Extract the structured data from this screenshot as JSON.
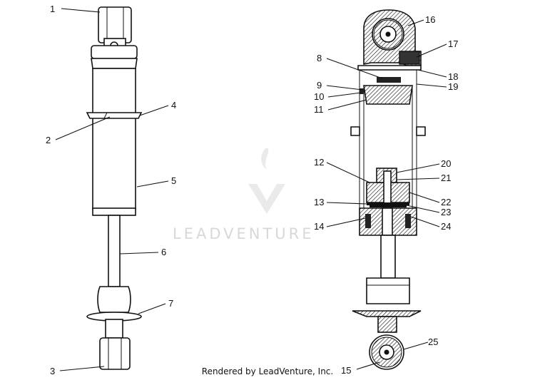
{
  "diagram": {
    "left_callouts": [
      "1",
      "2",
      "3",
      "4",
      "5",
      "6",
      "7"
    ],
    "right_callouts": [
      "8",
      "9",
      "10",
      "11",
      "12",
      "13",
      "14",
      "15",
      "16",
      "17",
      "18",
      "19",
      "20",
      "21",
      "22",
      "23",
      "24",
      "25"
    ]
  },
  "watermark": {
    "text": "LEADVENTURE"
  },
  "footer": {
    "credit": "Rendered by LeadVenture, Inc."
  },
  "colors": {
    "ink": "#111111",
    "watermark": "#d8d8d8",
    "background": "#ffffff"
  }
}
